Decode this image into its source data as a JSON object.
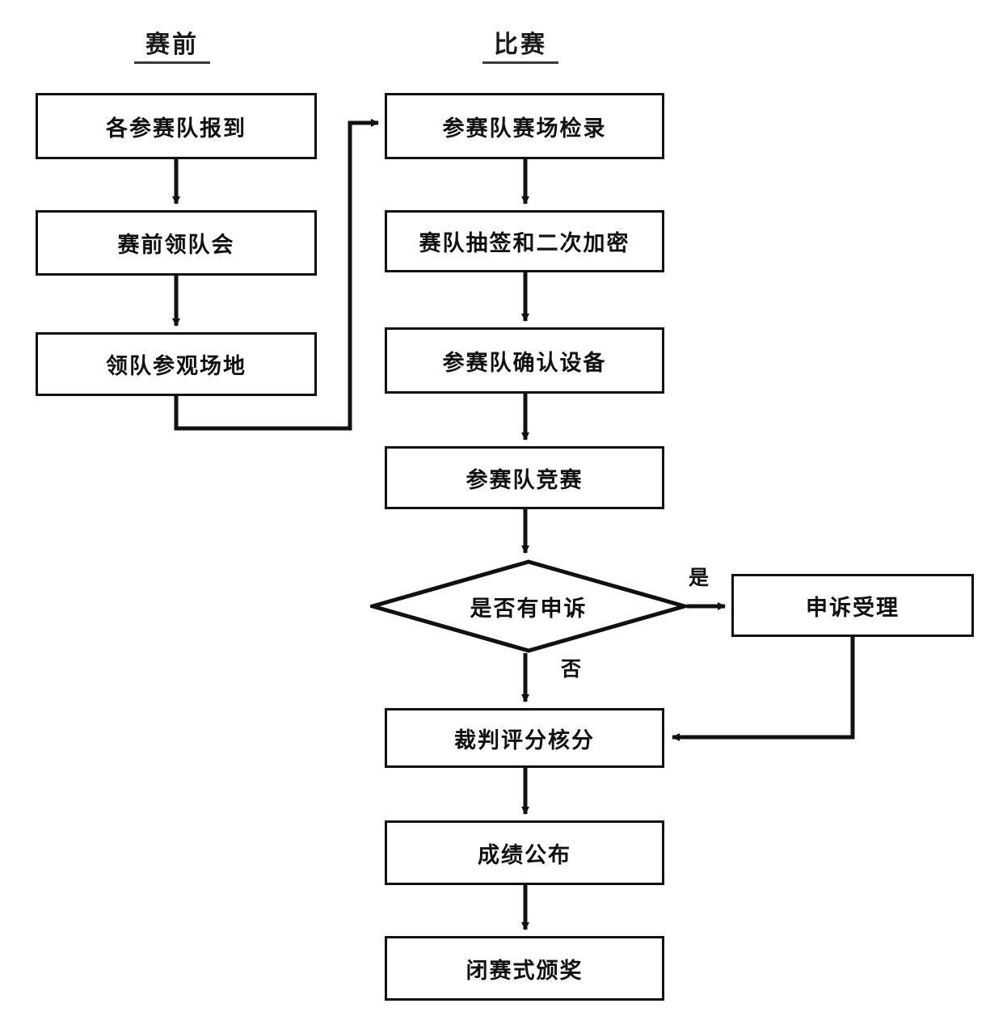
{
  "diagram": {
    "title_columns": [
      {
        "id": "pre",
        "label": "赛前"
      },
      {
        "id": "comp",
        "label": "比赛"
      }
    ],
    "nodes": [
      {
        "id": "n1",
        "label": "各参赛队报到",
        "shape": "process"
      },
      {
        "id": "n2",
        "label": "赛前领队会",
        "shape": "process"
      },
      {
        "id": "n3",
        "label": "领队参观场地",
        "shape": "process"
      },
      {
        "id": "n4",
        "label": "参赛队赛场检录",
        "shape": "process"
      },
      {
        "id": "n5",
        "label": "赛队抽签和二次加密",
        "shape": "process"
      },
      {
        "id": "n6",
        "label": "参赛队确认设备",
        "shape": "process"
      },
      {
        "id": "n7",
        "label": "参赛队竞赛",
        "shape": "process"
      },
      {
        "id": "n8",
        "label": "是否有申诉",
        "shape": "decision"
      },
      {
        "id": "n9",
        "label": "申诉受理",
        "shape": "process"
      },
      {
        "id": "n10",
        "label": "裁判评分核分",
        "shape": "process"
      },
      {
        "id": "n11",
        "label": "成绩公布",
        "shape": "process"
      },
      {
        "id": "n12",
        "label": "闭赛式颁奖",
        "shape": "process"
      }
    ],
    "edge_labels": [
      {
        "id": "yes",
        "label": "是"
      },
      {
        "id": "no",
        "label": "否"
      }
    ],
    "colors": {
      "stroke": "#111111",
      "background": "#ffffff",
      "text": "#111111",
      "heading_rule": "#3a3a3a"
    }
  }
}
